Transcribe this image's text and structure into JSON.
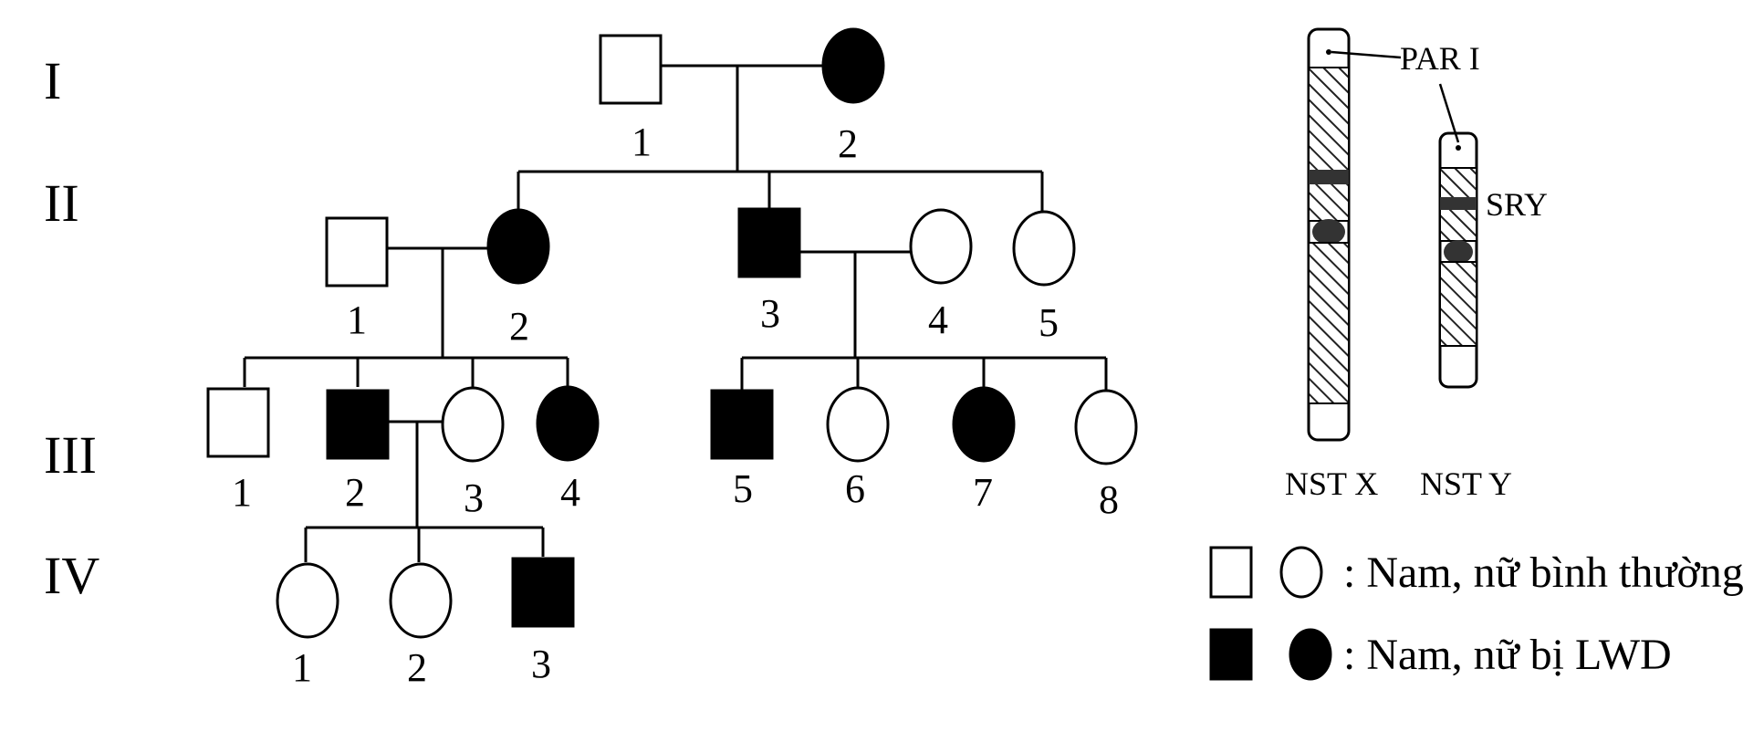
{
  "generations": [
    "I",
    "II",
    "III",
    "IV"
  ],
  "individuals": [
    {
      "id": "I-1",
      "label": "1",
      "sex": "male",
      "affected": false
    },
    {
      "id": "I-2",
      "label": "2",
      "sex": "female",
      "affected": true
    },
    {
      "id": "II-1",
      "label": "1",
      "sex": "male",
      "affected": false
    },
    {
      "id": "II-2",
      "label": "2",
      "sex": "female",
      "affected": true
    },
    {
      "id": "II-3",
      "label": "3",
      "sex": "male",
      "affected": true
    },
    {
      "id": "II-4",
      "label": "4",
      "sex": "female",
      "affected": false
    },
    {
      "id": "II-5",
      "label": "5",
      "sex": "female",
      "affected": false
    },
    {
      "id": "III-1",
      "label": "1",
      "sex": "male",
      "affected": false
    },
    {
      "id": "III-2",
      "label": "2",
      "sex": "male",
      "affected": true
    },
    {
      "id": "III-3",
      "label": "3",
      "sex": "female",
      "affected": false
    },
    {
      "id": "III-4",
      "label": "4",
      "sex": "female",
      "affected": true
    },
    {
      "id": "III-5",
      "label": "5",
      "sex": "male",
      "affected": true
    },
    {
      "id": "III-6",
      "label": "6",
      "sex": "female",
      "affected": false
    },
    {
      "id": "III-7",
      "label": "7",
      "sex": "female",
      "affected": true
    },
    {
      "id": "III-8",
      "label": "8",
      "sex": "female",
      "affected": false
    },
    {
      "id": "IV-1",
      "label": "1",
      "sex": "female",
      "affected": false
    },
    {
      "id": "IV-2",
      "label": "2",
      "sex": "female",
      "affected": false
    },
    {
      "id": "IV-3",
      "label": "3",
      "sex": "male",
      "affected": true
    }
  ],
  "chromosomes": {
    "x_label": "NST X",
    "y_label": "NST Y",
    "par_label": "PAR I",
    "sry_label": "SRY"
  },
  "legend": {
    "normal": ": Nam, nữ bình thường",
    "affected": ": Nam, nữ bị LWD"
  }
}
